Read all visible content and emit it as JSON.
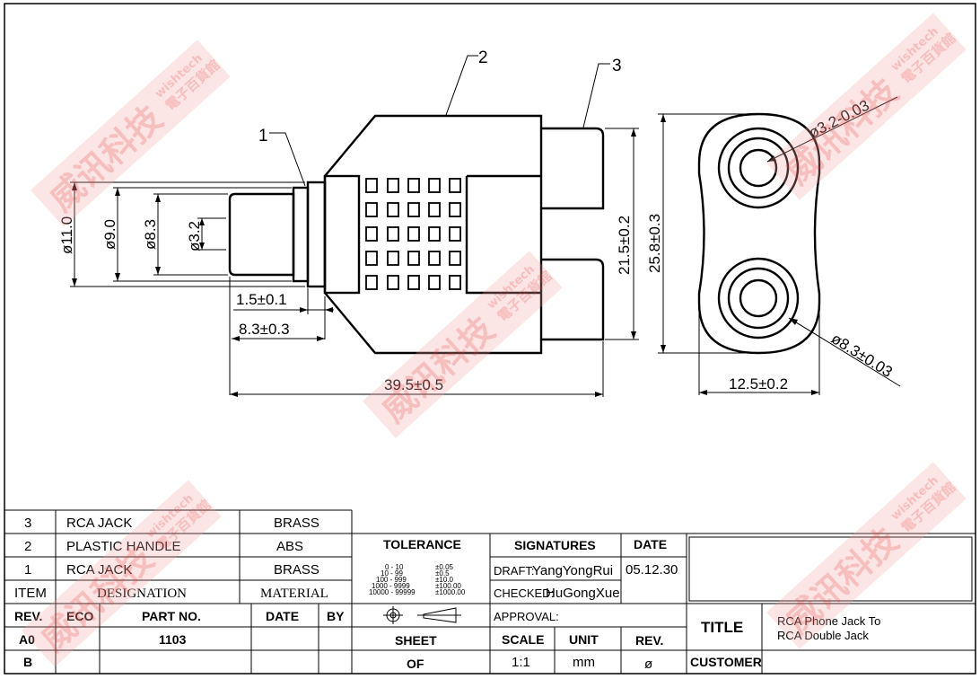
{
  "labels": {
    "part1": "1",
    "part2": "2",
    "part3": "3"
  },
  "dims": {
    "d11": "ø11.0",
    "d9": "ø9.0",
    "d83": "ø8.3",
    "d32": "ø3.2",
    "tip_len": "1.5±0.1",
    "plug_len": "8.3±0.3",
    "total_len": "39.5±0.5",
    "h215": "21.5±0.2",
    "h258": "25.8±0.3",
    "side_w": "12.5±0.2",
    "hole_small": "ø3.2-0.03",
    "hole_big": "ø8.3±0.03"
  },
  "bom": [
    {
      "item": "3",
      "designation": "RCA JACK",
      "material": "BRASS"
    },
    {
      "item": "2",
      "designation": "PLASTIC HANDLE",
      "material": "ABS"
    },
    {
      "item": "1",
      "designation": "RCA JACK",
      "material": "BRASS"
    }
  ],
  "bom_header": {
    "item": "ITEM",
    "designation": "DESIGNATION",
    "material": "MATERIAL"
  },
  "rev_header": {
    "rev": "REV.",
    "eco": "ECO",
    "part_no": "PART NO.",
    "date": "DATE",
    "by": "BY"
  },
  "rev_rows": [
    {
      "rev": "A0",
      "part_no": "1103"
    },
    {
      "rev": "B",
      "part_no": ""
    }
  ],
  "tolerance": {
    "title": "TOLERANCE",
    "ranges": [
      "0 - 10",
      "10 - 99",
      "100 - 999",
      "1000 - 9999",
      "10000 - 99999"
    ],
    "values": [
      "±0.05",
      "±0.5",
      "±10.0",
      "±100.00",
      "±1000.00"
    ]
  },
  "signatures": {
    "title": "SIGNATURES",
    "date_title": "DATE",
    "draft_label": "DRAFT:",
    "draft_name": "YangYongRui",
    "draft_date": "05.12.30",
    "checked_label": "CHECKED:",
    "checked_name": "HuGongXue",
    "approval_label": "APPROVAL:"
  },
  "sheet": {
    "sheet": "SHEET",
    "of": "OF",
    "scale": "SCALE",
    "scale_val": "1:1",
    "unit": "UNIT",
    "unit_val": "mm",
    "rev": "REV.",
    "rev_val": "ø"
  },
  "title_block": {
    "title_label": "TITLE",
    "title_line1": "RCA Phone Jack To",
    "title_line2": "RCA Double Jack",
    "customer_label": "CUSTOMER"
  },
  "watermark": {
    "cn": "威讯科技",
    "en": "wishtech",
    "cn2": "電子百貨館"
  }
}
